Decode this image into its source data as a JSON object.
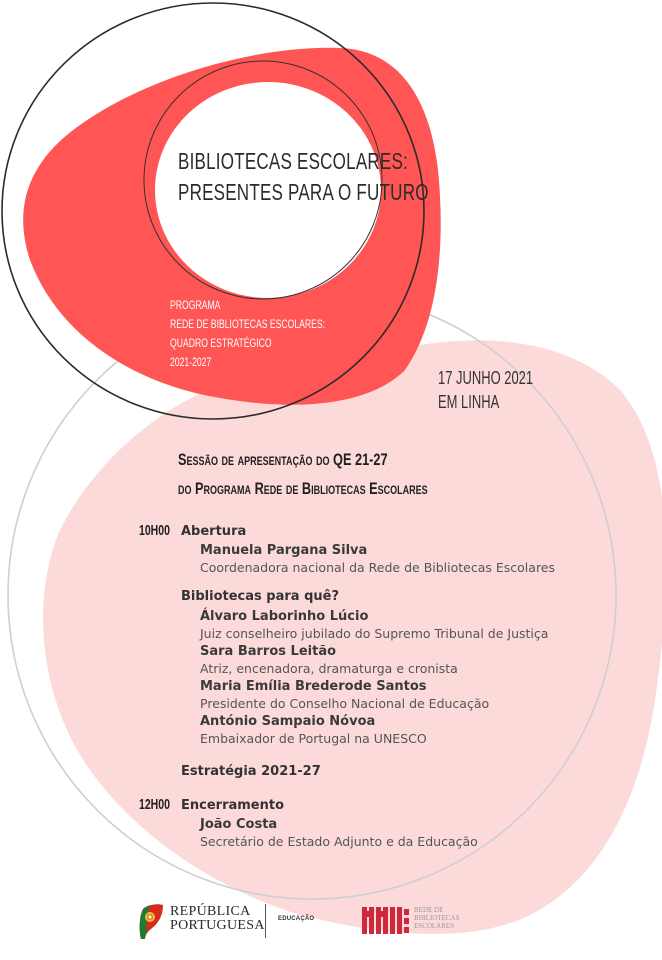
{
  "colors": {
    "red_blob": "#ff5555",
    "pink_blob": "#fddada",
    "black_outline": "#2b2b2b",
    "gray_outline": "#cfcfcf",
    "rbe_red": "#d0283c"
  },
  "hero": {
    "title_line1": "BIBLIOTECAS ESCOLARES:",
    "title_line2": "PRESENTES PARA O FUTURO"
  },
  "program": {
    "line1": "PROGRAMA",
    "line2": "REDE DE BIBLIOTECAS ESCOLARES:",
    "line3": "QUADRO ESTRATÉGICO",
    "line4": "2021-2027"
  },
  "event": {
    "date": "17 JUNHO 2021",
    "mode": "EM LINHA"
  },
  "session": {
    "line1": "Sessão de apresentação do QE 21-27",
    "line2": "do Programa Rede de Bibliotecas Escolares"
  },
  "agenda": {
    "blocks": [
      {
        "time": "10H00",
        "title": "Abertura",
        "speakers": [
          {
            "name": "Manuela Pargana Silva",
            "role": "Coordenadora nacional da Rede de Bibliotecas Escolares"
          }
        ]
      },
      {
        "time": "",
        "title": "Bibliotecas para quê?",
        "speakers": [
          {
            "name": "Álvaro Laborinho Lúcio",
            "role": "Juiz conselheiro jubilado do Supremo Tribunal de Justiça"
          },
          {
            "name": "Sara Barros Leitão",
            "role": "Atriz, encenadora, dramaturga e cronista"
          },
          {
            "name": "Maria Emília Brederode Santos",
            "role": "Presidente do Conselho Nacional de Educação"
          },
          {
            "name": "António Sampaio Nóvoa",
            "role": "Embaixador de Portugal na UNESCO"
          }
        ]
      },
      {
        "time": "",
        "title": "Estratégia 2021-27",
        "speakers": []
      },
      {
        "time": "12H00",
        "title": "Encerramento",
        "speakers": [
          {
            "name": "João Costa",
            "role": "Secretário de Estado Adjunto e da Educação"
          }
        ]
      }
    ]
  },
  "footer": {
    "republica_line1": "REPÚBLICA",
    "republica_line2": "PORTUGUESA",
    "ministry": "EDUCAÇÃO",
    "rbe_line1": "REDE DE",
    "rbe_line2": "BIBLIOTECAS",
    "rbe_line3": "ESCOLARES",
    "icons": [
      "portugal-flag-emblem-icon",
      "rbe-logo-icon"
    ]
  }
}
